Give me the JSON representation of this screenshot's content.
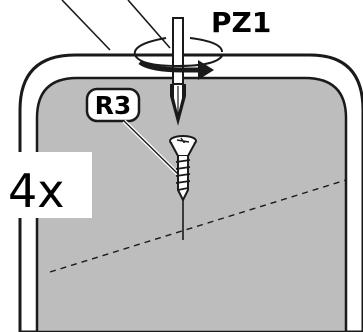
{
  "labels": {
    "tool": "PZ1",
    "screw_code": "R3",
    "quantity": "4x"
  },
  "icons": {
    "screwdriver": "phillips-screwdriver-icon",
    "rotation": "clockwise-rotation-arrow-icon",
    "screw": "wood-screw-icon"
  },
  "colors": {
    "panel": "#bdbdbd",
    "outline": "#1a1a1a",
    "background": "#ffffff"
  }
}
